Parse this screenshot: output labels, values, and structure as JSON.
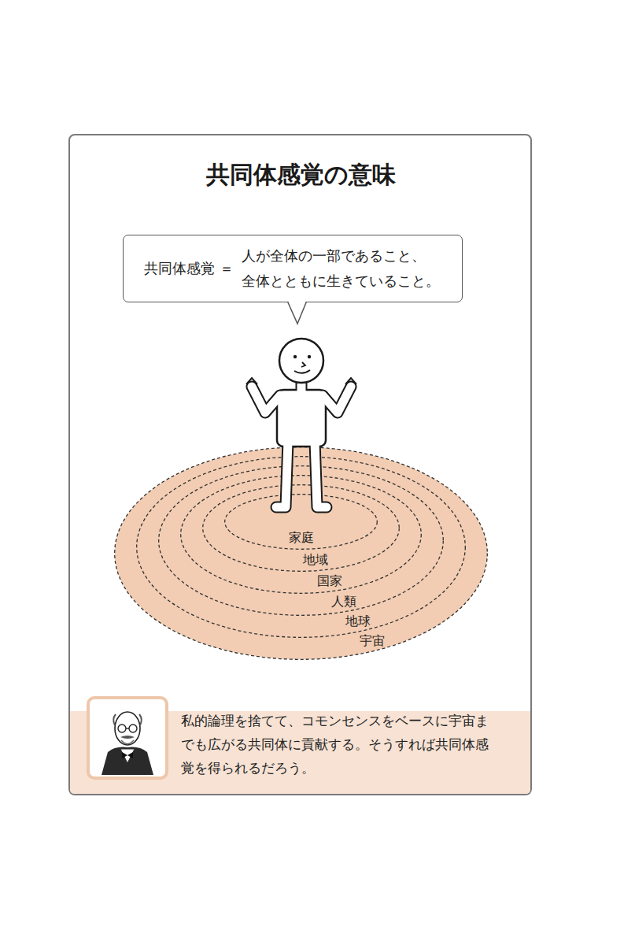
{
  "diagram": {
    "title": "共同体感覚の意味",
    "nodes": [
      {
        "text": [
          "共同体感覚 ＝",
          "人が全体の一部であること、 全体とともに生きていること。"
        ]
      },
      {
        "text": [
          "宇宙"
        ]
      },
      {
        "text": [
          "地球"
        ],
        "in": 1
      },
      {
        "text": [
          "人類"
        ],
        "in": 2
      },
      {
        "text": [
          "国家"
        ],
        "in": 3
      },
      {
        "text": [
          "地域"
        ],
        "in": 4
      },
      {
        "text": [
          "家庭"
        ],
        "in": 5
      },
      {
        "text": [
          "私的論理を捨てて、コモンセンスをベースに宇宙までも広がる共同体に貢献する。そうすれば共同体感覚を得られるだろう。"
        ]
      }
    ]
  }
}
